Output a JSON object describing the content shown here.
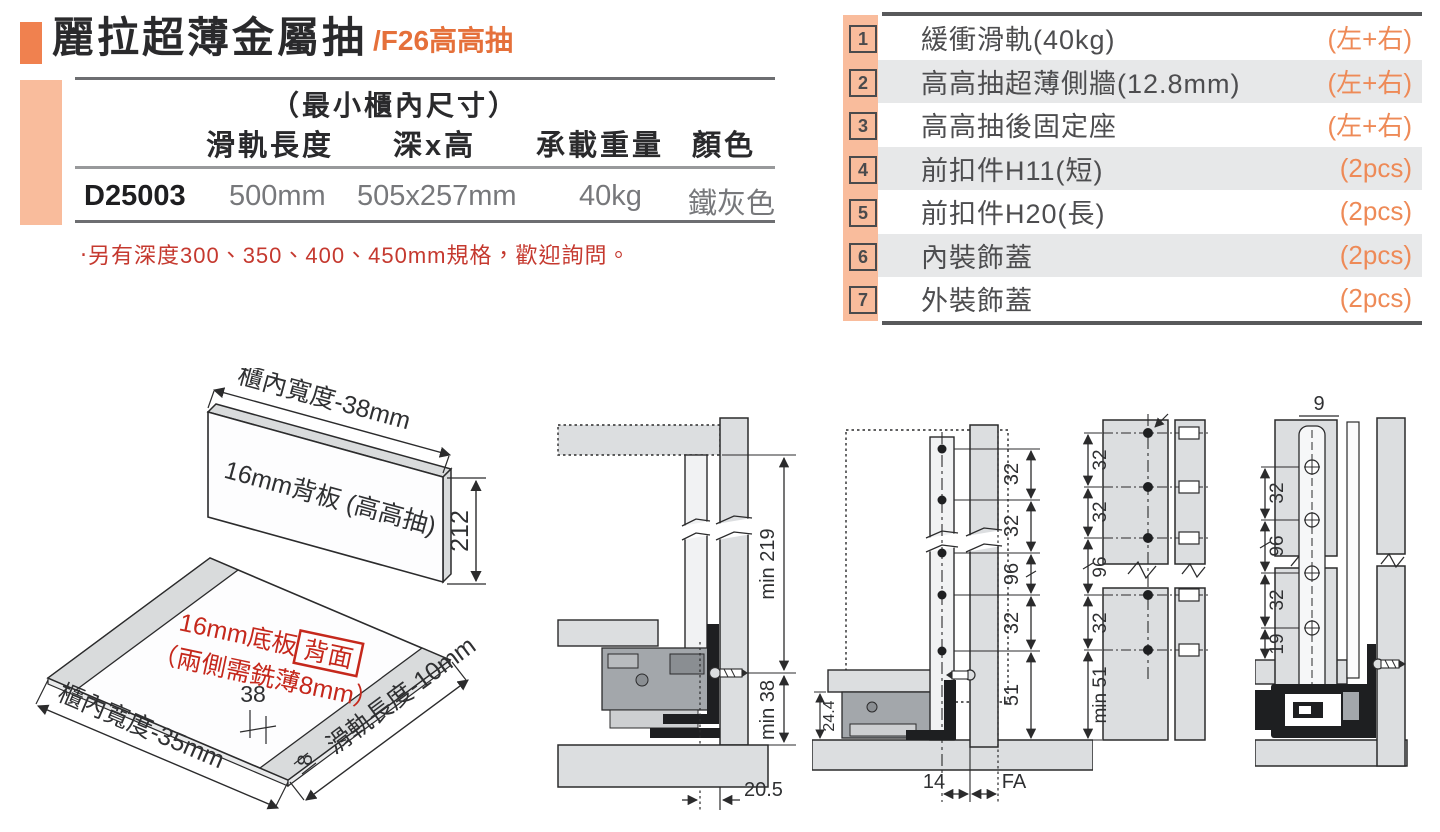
{
  "colors": {
    "accent_orange": "#F0814F",
    "strip_salmon": "#F9BC9C",
    "subtitle_orange": "#E5703A",
    "qty_orange": "#EE8A57",
    "note_red": "#C5392F",
    "rule_gray": "#58595B",
    "row_gray": "#E7E8E9",
    "panel_fill": "#DCDEE0"
  },
  "header": {
    "title": "麗拉超薄金屬抽",
    "subtitle": "/F26高高抽"
  },
  "spec_table": {
    "caption": "（最小櫃內尺寸）",
    "columns": [
      "滑軌長度",
      "深x高",
      "承載重量",
      "顏色"
    ],
    "row": {
      "model": "D25003",
      "rail_length": "500mm",
      "depth_height": "505x257mm",
      "load": "40kg",
      "color": "鐵灰色"
    },
    "note": "‧另有深度300、350、400、450mm規格，歡迎詢問。"
  },
  "parts_list": {
    "items": [
      {
        "no": "1",
        "name": "緩衝滑軌(40kg)",
        "qty": "(左+右)"
      },
      {
        "no": "2",
        "name": "高高抽超薄側牆(12.8mm)",
        "qty": "(左+右)"
      },
      {
        "no": "3",
        "name": "高高抽後固定座",
        "qty": "(左+右)"
      },
      {
        "no": "4",
        "name": "前扣件H11(短)",
        "qty": "(2pcs)"
      },
      {
        "no": "5",
        "name": "前扣件H20(長)",
        "qty": "(2pcs)"
      },
      {
        "no": "6",
        "name": "內裝飾蓋",
        "qty": "(2pcs)"
      },
      {
        "no": "7",
        "name": "外裝飾蓋",
        "qty": "(2pcs)"
      }
    ]
  },
  "iso": {
    "top_width": "櫃內寬度-38mm",
    "back_panel": "16mm背板 (高高抽)",
    "height": "212",
    "bottom_line1": "16mm底板",
    "badge": "背面",
    "bottom_line2": "（兩側需銑薄8mm）",
    "dim_38": "38",
    "dim_8": "8",
    "bottom_width": "櫃內寬度-35mm",
    "slide_length": "滑軌長度-10mm"
  },
  "drawings": {
    "d1": {
      "min219": "min 219",
      "min38": "min 38",
      "d205": "20.5"
    },
    "d2": {
      "dims": [
        "32",
        "32",
        "96",
        "32",
        "51"
      ],
      "d244": "24.4",
      "d14": "14",
      "fa": "FA"
    },
    "d3": {
      "dims": [
        "32",
        "32",
        "96",
        "32",
        "min 51"
      ]
    },
    "d4": {
      "d9": "9",
      "dims": [
        "32",
        "96",
        "32",
        "19"
      ]
    }
  }
}
